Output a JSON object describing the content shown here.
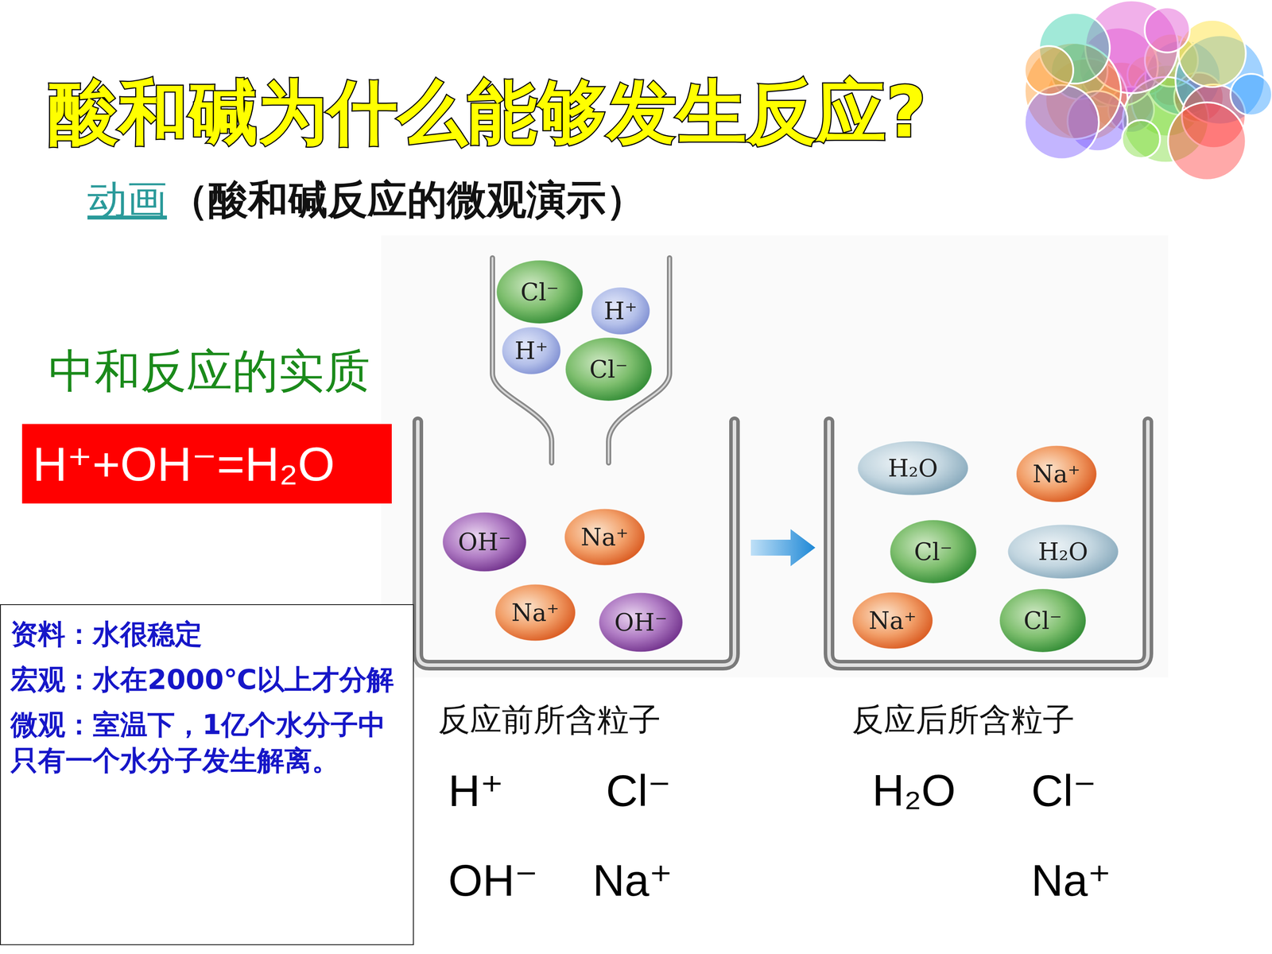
{
  "diagram": {
    "title": "酸和碱为什么能够发生反应?",
    "nodes": [
      {
        "text": [
          "H⁺+OH⁻=H₂O"
        ]
      },
      {
        "text": [
          "Cl⁻"
        ]
      },
      {
        "text": [
          "H⁺"
        ]
      },
      {
        "text": [
          "H⁺"
        ]
      },
      {
        "text": [
          "Cl⁻"
        ]
      },
      {
        "text": [
          "OH⁻"
        ]
      },
      {
        "text": [
          "Na⁺"
        ]
      },
      {
        "text": [
          "Na⁺"
        ]
      },
      {
        "text": [
          "OH⁻"
        ]
      },
      {
        "text": [
          "H₂O"
        ]
      },
      {
        "text": [
          "Na⁺"
        ]
      },
      {
        "text": [
          "Cl⁻"
        ]
      },
      {
        "text": [
          "H₂O"
        ]
      },
      {
        "text": [
          "Na⁺"
        ]
      },
      {
        "text": [
          "Cl⁻"
        ]
      },
      {
        "text": [
          "资料：水很稳定",
          "宏观：水在2000℃以上才分解",
          "微观：室温下，1亿个水分子中只有一个水分子发生解离。"
        ]
      }
    ],
    "labels": [
      "动画",
      "（酸和碱反应的微观演示）",
      "中和反应的实质",
      "反应前所含粒子",
      "反应后所含粒子",
      "H⁺",
      "Cl⁻",
      "OH⁻",
      "Na⁺",
      "H₂O",
      "Cl⁻",
      "Na⁺"
    ]
  }
}
